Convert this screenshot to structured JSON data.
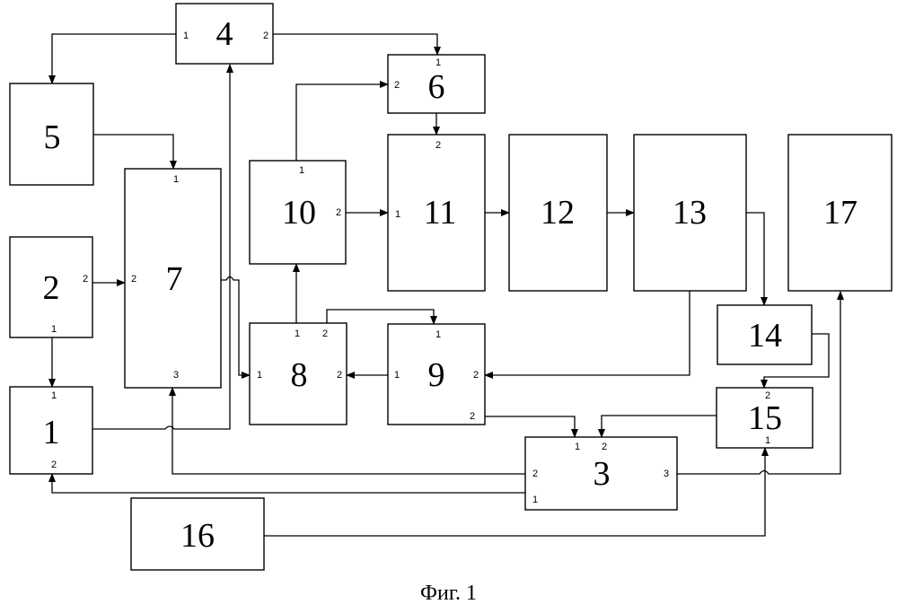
{
  "caption": "Фиг. 1",
  "blocks": {
    "b1": "1",
    "b2": "2",
    "b3": "3",
    "b4": "4",
    "b5": "5",
    "b6": "6",
    "b7": "7",
    "b8": "8",
    "b9": "9",
    "b10": "10",
    "b11": "11",
    "b12": "12",
    "b13": "13",
    "b14": "14",
    "b15": "15",
    "b16": "16",
    "b17": "17"
  },
  "ports": {
    "p1_1": "1",
    "p1_2": "2",
    "p2_1": "1",
    "p2_2": "2",
    "p3_1a": "1",
    "p3_2a": "2",
    "p3_2b": "2",
    "p3_1b": "1",
    "p3_3": "3",
    "p4_1": "1",
    "p4_2": "2",
    "p6_1": "1",
    "p6_2": "2",
    "p7_1": "1",
    "p7_2": "2",
    "p7_3": "3",
    "p8_1a": "1",
    "p8_2a": "2",
    "p8_1b": "1",
    "p8_2b": "2",
    "p9_1a": "1",
    "p9_1b": "1",
    "p9_2a": "2",
    "p9_2b": "2",
    "p10_1": "1",
    "p10_2": "2",
    "p11_2": "2",
    "p11_1": "1",
    "p15_2": "2",
    "p15_1": "1"
  }
}
